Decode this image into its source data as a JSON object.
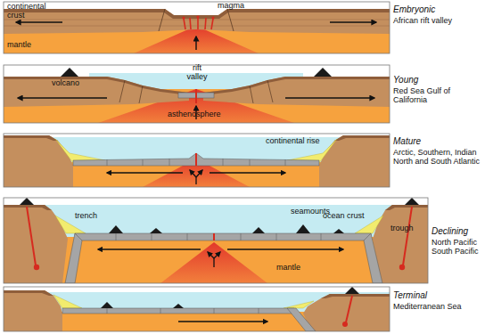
{
  "diagram": {
    "nodes": [
      {
        "text": [
          "Embryonic",
          "African rift valley"
        ]
      },
      {
        "text": [
          "Young",
          "Red Sea Gulf of California"
        ]
      },
      {
        "text": [
          "Mature",
          "Arctic, Southern, Indian North and South Atlantic"
        ]
      },
      {
        "text": [
          "Declining",
          "North Pacific South Pacific"
        ]
      },
      {
        "text": [
          "Terminal",
          "Mediterranean Sea"
        ]
      }
    ],
    "labels": [
      "continental crust",
      "magma",
      "mantle",
      "volcano",
      "rift valley",
      "asthenosphere",
      "continental rise",
      "trench",
      "seamounts",
      "ocean crust",
      "trough",
      "mantle"
    ]
  }
}
